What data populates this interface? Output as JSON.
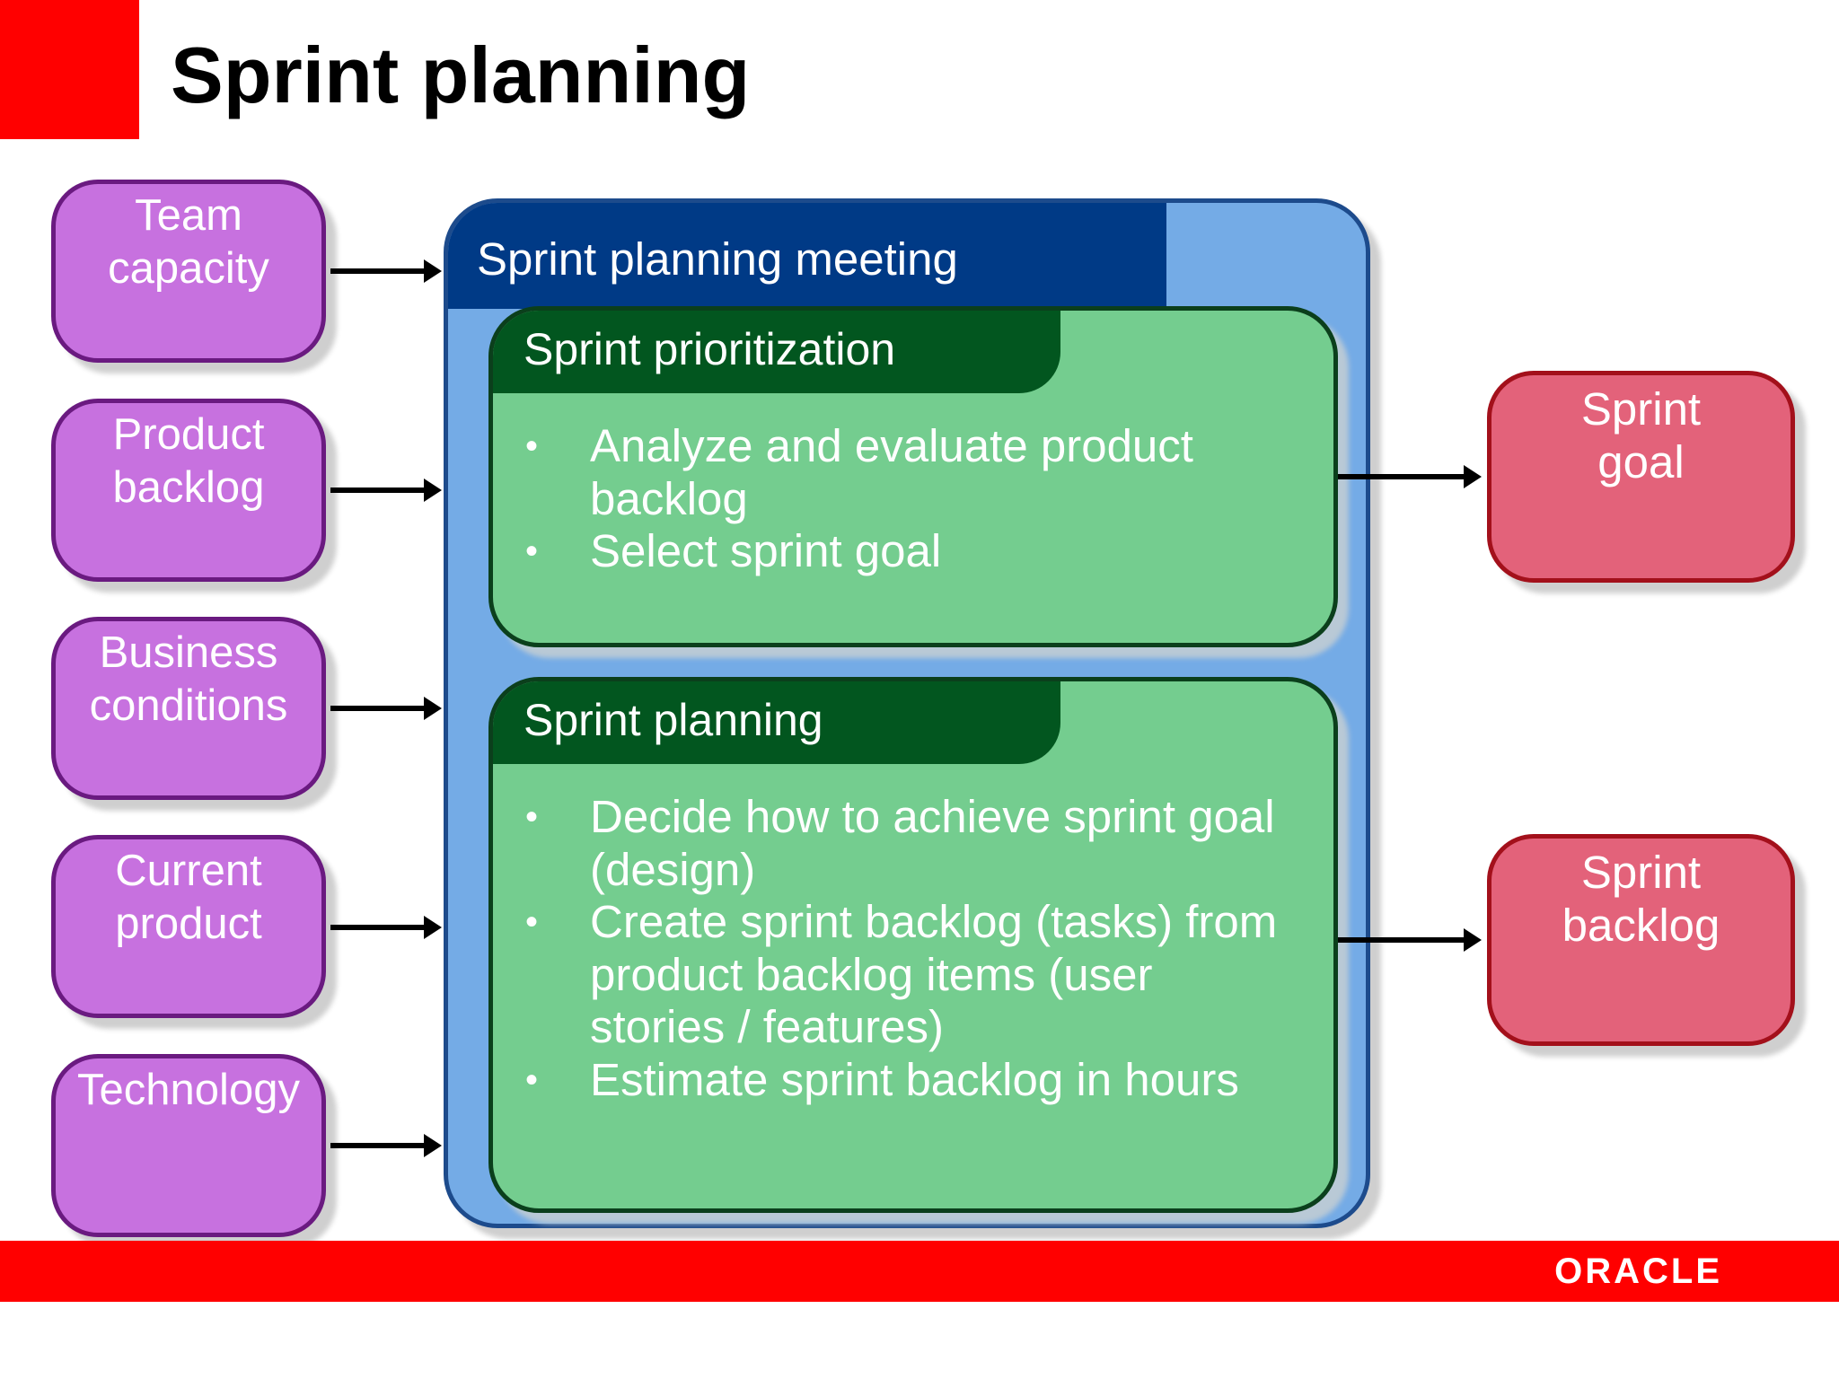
{
  "title": "Sprint planning",
  "inputs": [
    {
      "line1": "Team",
      "line2": "capacity"
    },
    {
      "line1": "Product",
      "line2": "backlog"
    },
    {
      "line1": "Business",
      "line2": "conditions"
    },
    {
      "line1": "Current",
      "line2": "product"
    },
    {
      "line1": "Technology",
      "line2": ""
    }
  ],
  "meeting": {
    "label": "Sprint planning meeting",
    "prioritization": {
      "label": "Sprint prioritization",
      "bullets": [
        {
          "line1": "Analyze and evaluate product",
          "line2": "backlog"
        },
        {
          "line1": "Select sprint goal",
          "line2": ""
        }
      ]
    },
    "planning": {
      "label": "Sprint planning",
      "bullets": [
        {
          "line1": "Decide how to achieve sprint goal",
          "line2": "(design)",
          "line3": ""
        },
        {
          "line1": "Create sprint backlog (tasks) from",
          "line2": "product backlog items (user",
          "line3": "stories / features)"
        },
        {
          "line1": "Estimate sprint backlog in hours",
          "line2": "",
          "line3": ""
        }
      ]
    }
  },
  "outputs": [
    {
      "line1": "Sprint",
      "line2": "goal"
    },
    {
      "line1": "Sprint",
      "line2": "backlog"
    }
  ],
  "footer": {
    "logo": "ORACLE"
  },
  "colors": {
    "brand_red": "#ff0000",
    "input_fill": "#c771df",
    "meeting_fill": "#74abe6",
    "meeting_header": "#003a86",
    "activity_fill": "#74cd8f",
    "activity_header": "#02561f",
    "output_fill": "#e3627a"
  }
}
